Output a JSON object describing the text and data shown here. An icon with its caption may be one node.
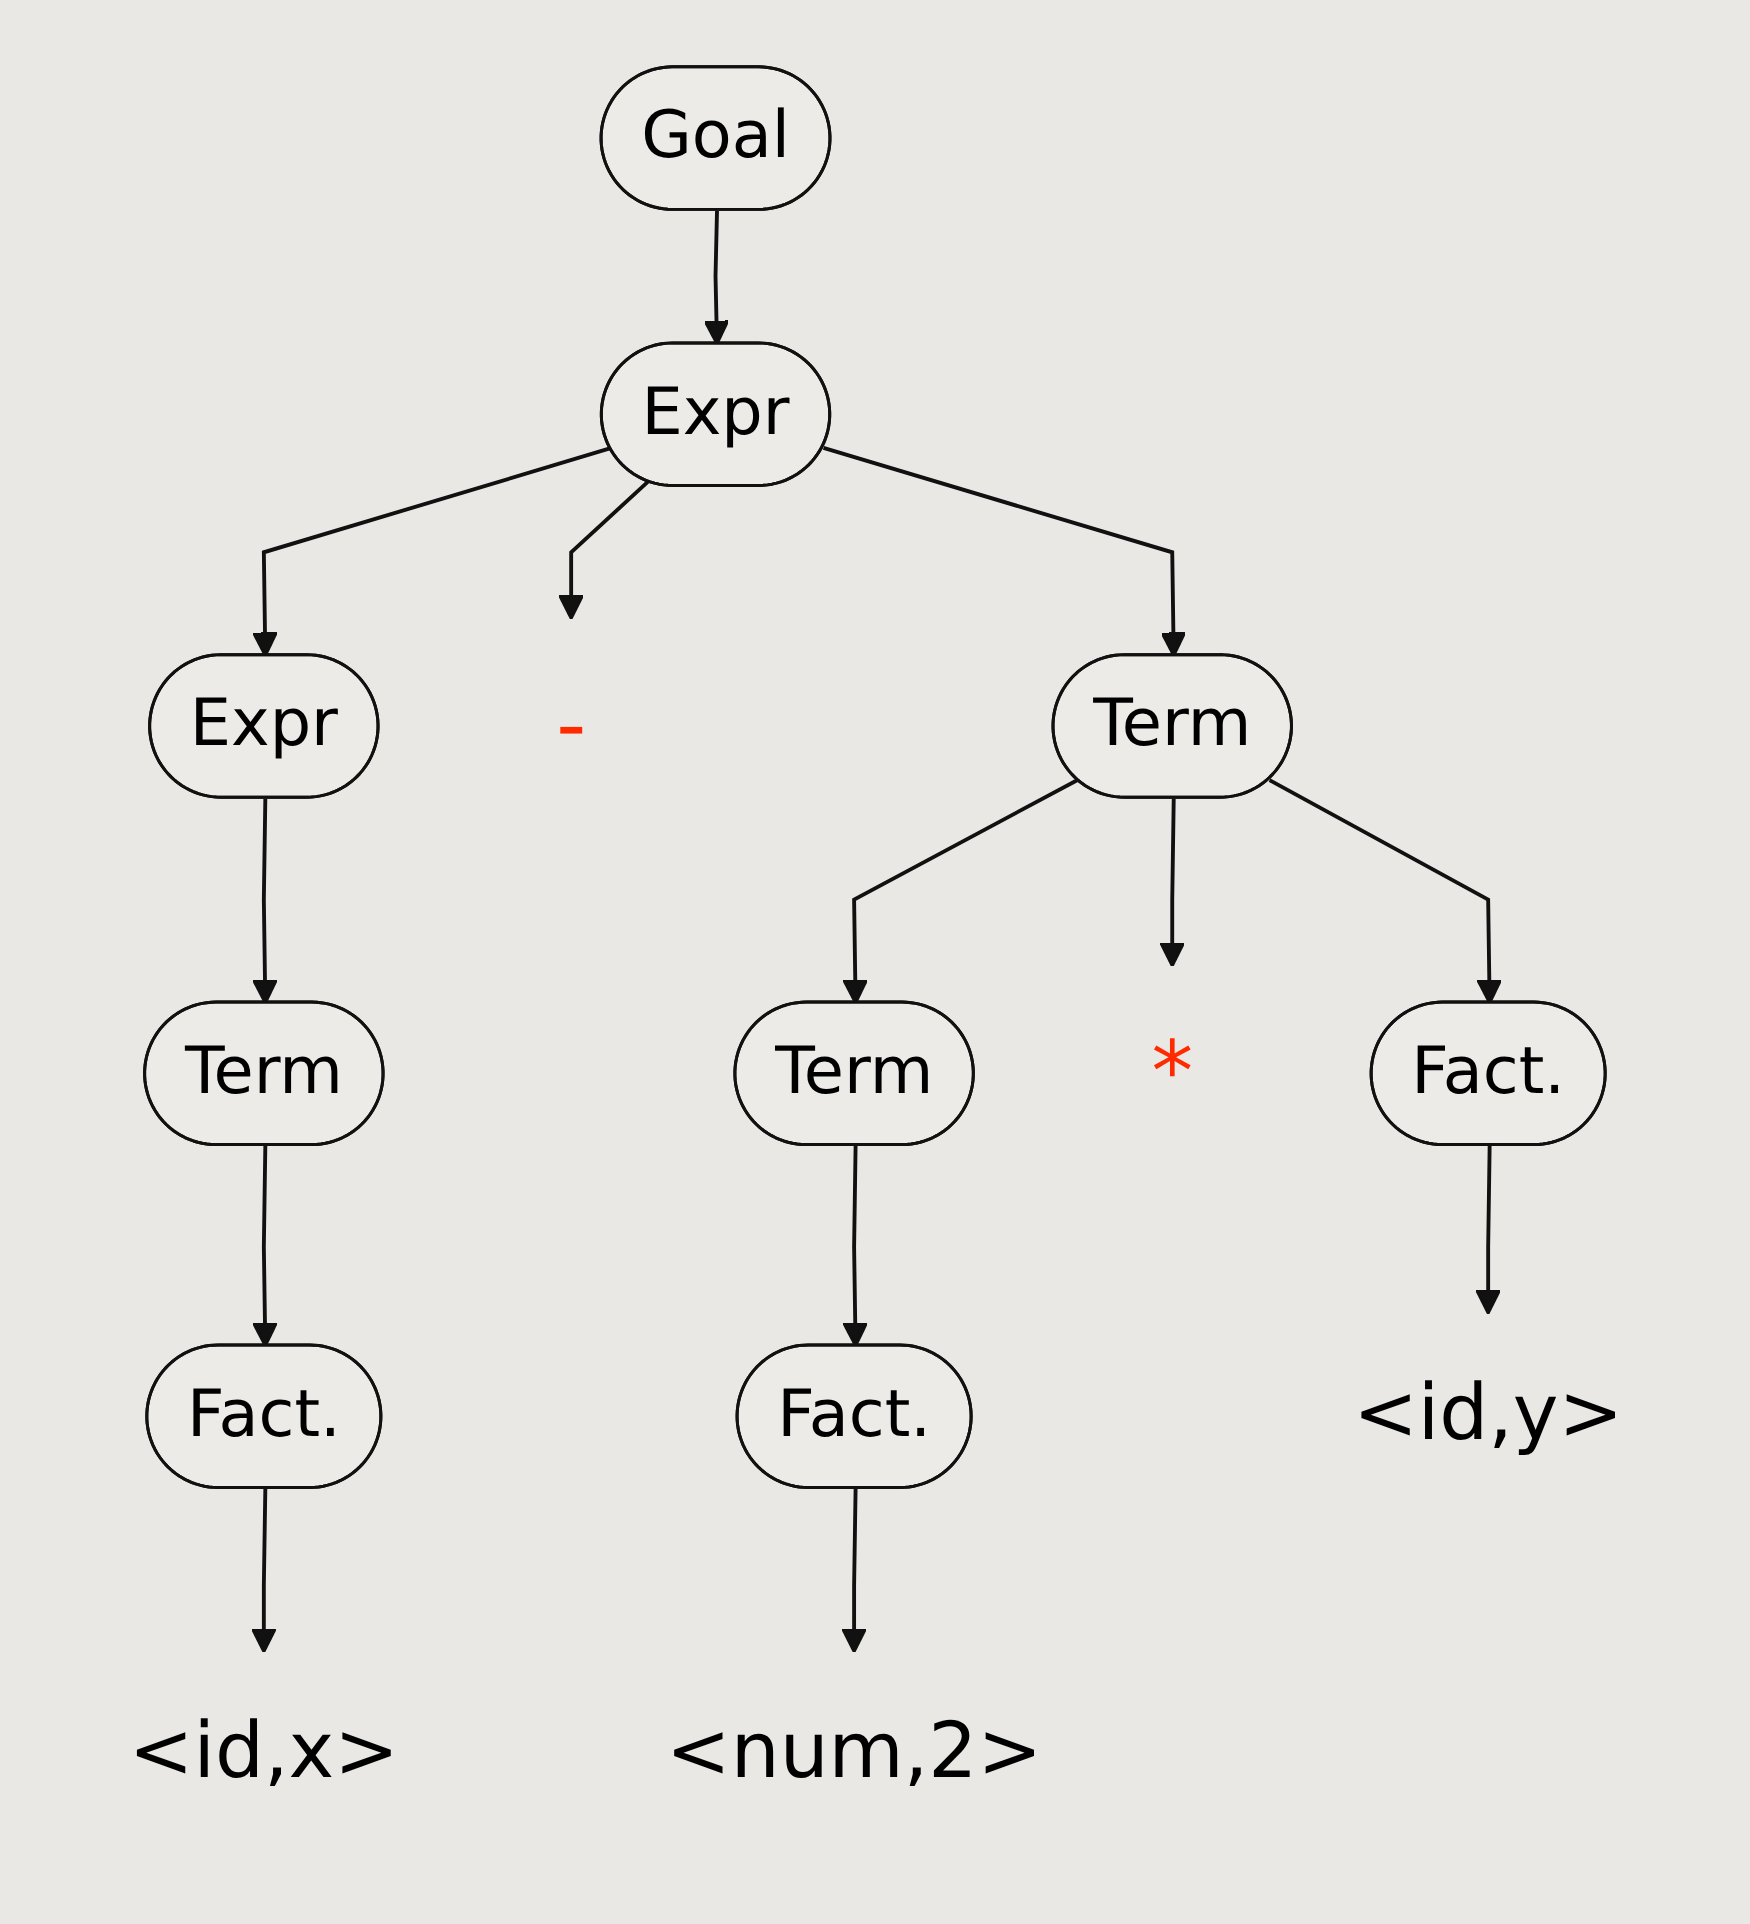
{
  "diagram": {
    "nodes": [
      {
        "text": [
          "Goal"
        ]
      },
      {
        "text": [
          "Expr"
        ]
      },
      {
        "text": [
          "Expr"
        ]
      },
      {
        "text": [
          "-"
        ]
      },
      {
        "text": [
          "Term"
        ]
      },
      {
        "text": [
          "Term"
        ]
      },
      {
        "text": [
          "Term"
        ]
      },
      {
        "text": [
          "*"
        ]
      },
      {
        "text": [
          "Fact."
        ]
      },
      {
        "text": [
          "Fact."
        ]
      },
      {
        "text": [
          "Fact."
        ]
      },
      {
        "text": [
          "<id,y>"
        ]
      },
      {
        "text": [
          "<id,x>"
        ]
      },
      {
        "text": [
          "<num,2>"
        ]
      }
    ],
    "edges": [
      {
        "from": 0,
        "to": 1,
        "arrow": "to"
      },
      {
        "from": 1,
        "to": 2,
        "arrow": "to"
      },
      {
        "from": 1,
        "to": 3,
        "arrow": "to"
      },
      {
        "from": 1,
        "to": 4,
        "arrow": "to"
      },
      {
        "from": 2,
        "to": 5,
        "arrow": "to"
      },
      {
        "from": 4,
        "to": 6,
        "arrow": "to"
      },
      {
        "from": 4,
        "to": 7,
        "arrow": "to"
      },
      {
        "from": 4,
        "to": 8,
        "arrow": "to"
      },
      {
        "from": 5,
        "to": 9,
        "arrow": "to"
      },
      {
        "from": 6,
        "to": 10,
        "arrow": "to"
      },
      {
        "from": 8,
        "to": 11,
        "arrow": "to"
      },
      {
        "from": 9,
        "to": 12,
        "arrow": "to"
      },
      {
        "from": 10,
        "to": 13,
        "arrow": "to"
      }
    ]
  }
}
